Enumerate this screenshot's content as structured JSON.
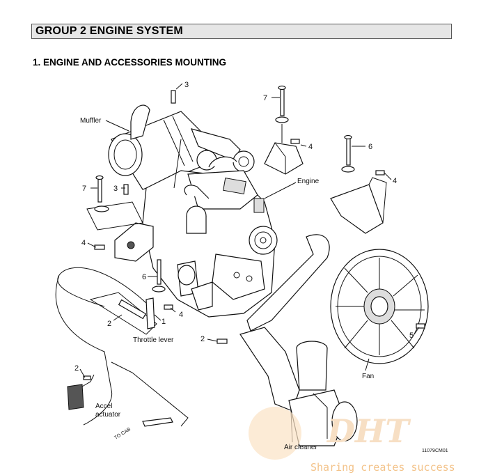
{
  "header": {
    "group_title": "GROUP  2  ENGINE SYSTEM"
  },
  "section": {
    "title": "1. ENGINE AND ACCESSORIES MOUNTING"
  },
  "labels": {
    "muffler": "Muffler",
    "engine": "Engine",
    "fan": "Fan",
    "throttle_lever": "Throttle lever",
    "accel_actuator_line1": "Accel",
    "accel_actuator_line2": "actuator",
    "air_cleaner": "Air cleaner",
    "to_cab": "TO CAB",
    "drawing_code": "11079CM01"
  },
  "callouts": {
    "n3_top": "3",
    "n7_top": "7",
    "n4_top": "4",
    "n6_right": "6",
    "n4_right": "4",
    "n7_left": "7",
    "n3_left": "3",
    "n4_left": "4",
    "n6_mid": "6",
    "n2_mid": "2",
    "n1_mid": "1",
    "n4_mid": "4",
    "n2_fan": "2",
    "n5_fan": "5",
    "n2_actuator": "2"
  },
  "watermark": {
    "logo": "DHT",
    "tagline": "Sharing creates success"
  },
  "colors": {
    "header_bg": "#e6e6e6",
    "watermark": "#f3c38a"
  }
}
